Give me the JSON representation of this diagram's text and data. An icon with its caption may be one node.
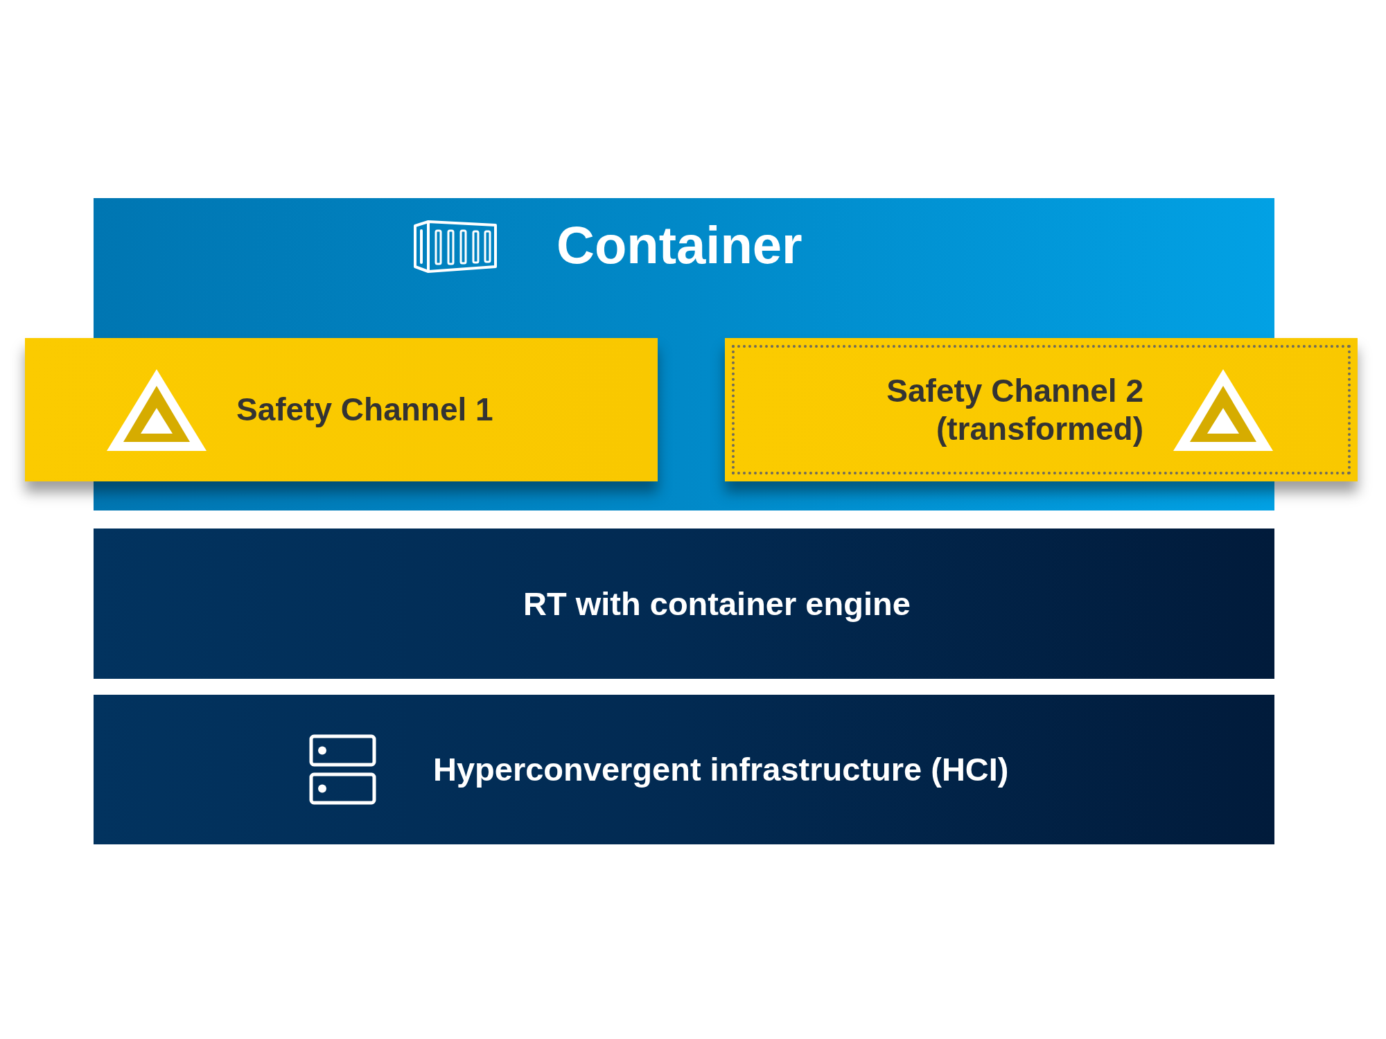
{
  "diagram": {
    "nodes": [
      {
        "text": [
          "Container"
        ]
      },
      {
        "text": [
          "Safety Channel 1"
        ]
      },
      {
        "text": [
          "Safety Channel 2 (transformed)"
        ]
      },
      {
        "text": [
          "RT with container engine"
        ]
      },
      {
        "text": [
          "Hyperconvergent infrastructure (HCI)"
        ]
      }
    ]
  }
}
